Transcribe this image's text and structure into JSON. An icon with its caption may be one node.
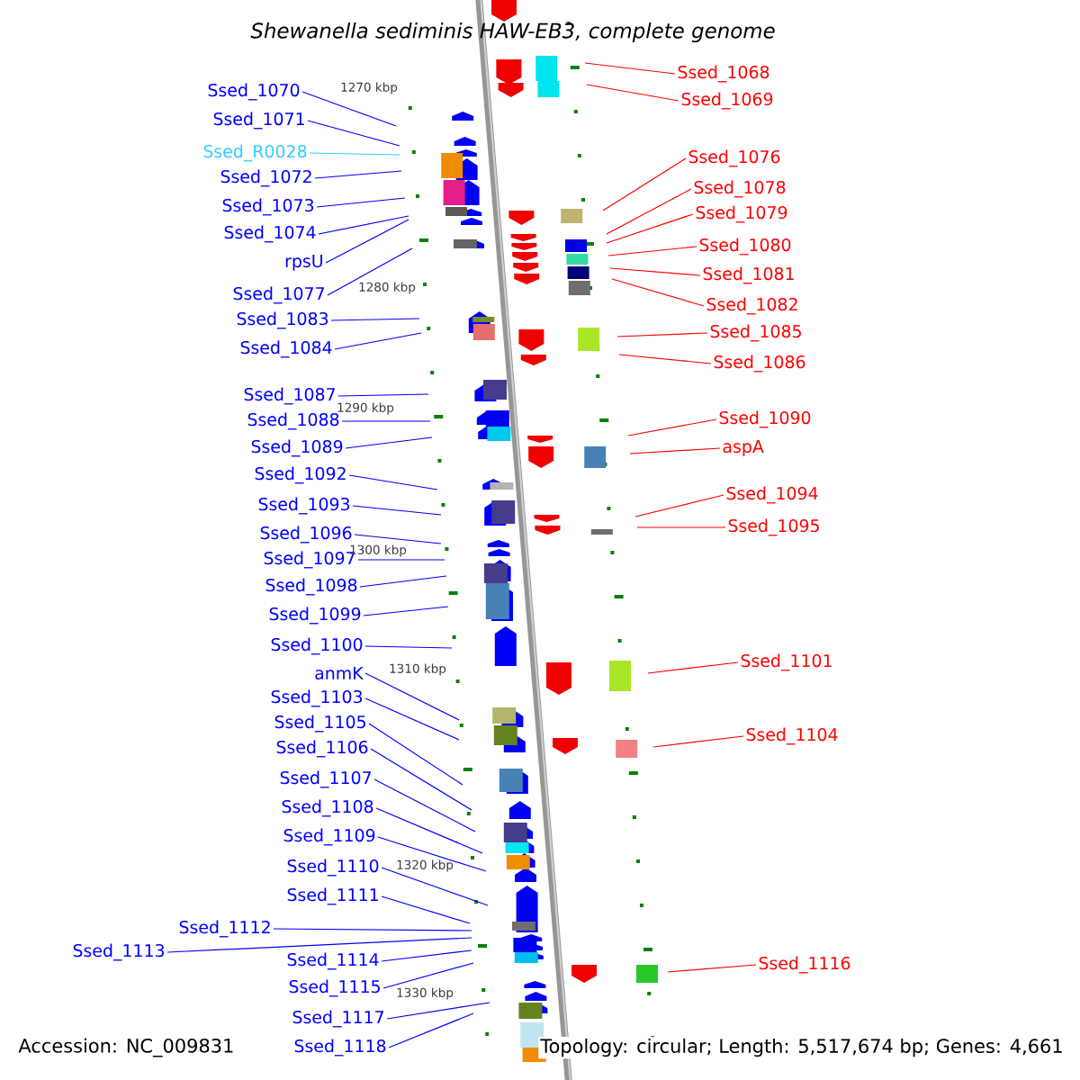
{
  "diagram": {
    "title": "Shewanella sediminis HAW-EB3, complete genome",
    "nodes": [
      {
        "text": [
          "Ssed_1070"
        ]
      },
      {
        "text": [
          "Ssed_1071"
        ]
      },
      {
        "text": [
          "Ssed_R0028"
        ]
      },
      {
        "text": [
          "Ssed_1072"
        ]
      },
      {
        "text": [
          "Ssed_1073"
        ]
      },
      {
        "text": [
          "Ssed_1074"
        ]
      },
      {
        "text": [
          "rpsU"
        ]
      },
      {
        "text": [
          "Ssed_1077"
        ]
      },
      {
        "text": [
          "Ssed_1083"
        ]
      },
      {
        "text": [
          "Ssed_1084"
        ]
      },
      {
        "text": [
          "Ssed_1087"
        ]
      },
      {
        "text": [
          "Ssed_1088"
        ]
      },
      {
        "text": [
          "Ssed_1089"
        ]
      },
      {
        "text": [
          "Ssed_1092"
        ]
      },
      {
        "text": [
          "Ssed_1093"
        ]
      },
      {
        "text": [
          "Ssed_1096"
        ]
      },
      {
        "text": [
          "Ssed_1097"
        ]
      },
      {
        "text": [
          "Ssed_1098"
        ]
      },
      {
        "text": [
          "Ssed_1099"
        ]
      },
      {
        "text": [
          "Ssed_1100"
        ]
      },
      {
        "text": [
          "anmK"
        ]
      },
      {
        "text": [
          "Ssed_1103"
        ]
      },
      {
        "text": [
          "Ssed_1105"
        ]
      },
      {
        "text": [
          "Ssed_1106"
        ]
      },
      {
        "text": [
          "Ssed_1107"
        ]
      },
      {
        "text": [
          "Ssed_1108"
        ]
      },
      {
        "text": [
          "Ssed_1109"
        ]
      },
      {
        "text": [
          "Ssed_1110"
        ]
      },
      {
        "text": [
          "Ssed_1111"
        ]
      },
      {
        "text": [
          "Ssed_1112"
        ]
      },
      {
        "text": [
          "Ssed_1113"
        ]
      },
      {
        "text": [
          "Ssed_1114"
        ]
      },
      {
        "text": [
          "Ssed_1115"
        ]
      },
      {
        "text": [
          "Ssed_1117"
        ]
      },
      {
        "text": [
          "Ssed_1118"
        ]
      },
      {
        "text": [
          "Ssed_1068"
        ]
      },
      {
        "text": [
          "Ssed_1069"
        ]
      },
      {
        "text": [
          "Ssed_1076"
        ]
      },
      {
        "text": [
          "Ssed_1078"
        ]
      },
      {
        "text": [
          "Ssed_1079"
        ]
      },
      {
        "text": [
          "Ssed_1080"
        ]
      },
      {
        "text": [
          "Ssed_1081"
        ]
      },
      {
        "text": [
          "Ssed_1082"
        ]
      },
      {
        "text": [
          "Ssed_1085"
        ]
      },
      {
        "text": [
          "Ssed_1086"
        ]
      },
      {
        "text": [
          "Ssed_1090"
        ]
      },
      {
        "text": [
          "aspA"
        ]
      },
      {
        "text": [
          "Ssed_1094"
        ]
      },
      {
        "text": [
          "Ssed_1095"
        ]
      },
      {
        "text": [
          "Ssed_1101"
        ]
      },
      {
        "text": [
          "Ssed_1104"
        ]
      },
      {
        "text": [
          "Ssed_1116"
        ]
      }
    ],
    "edges": [
      {
        "from": 0,
        "to": null,
        "arrow": "none"
      },
      {
        "from": 1,
        "to": null,
        "arrow": "none"
      },
      {
        "from": 2,
        "to": null,
        "arrow": "none",
        "color": "#33ccff"
      },
      {
        "from": 3,
        "to": null,
        "arrow": "none"
      },
      {
        "from": 4,
        "to": null,
        "arrow": "none"
      },
      {
        "from": 5,
        "to": null,
        "arrow": "none"
      },
      {
        "from": 6,
        "to": null,
        "arrow": "none"
      },
      {
        "from": 7,
        "to": null,
        "arrow": "none"
      },
      {
        "from": 8,
        "to": null,
        "arrow": "none"
      },
      {
        "from": 9,
        "to": null,
        "arrow": "none"
      },
      {
        "from": 10,
        "to": null,
        "arrow": "none"
      },
      {
        "from": 11,
        "to": null,
        "arrow": "none"
      },
      {
        "from": 12,
        "to": null,
        "arrow": "none"
      },
      {
        "from": 13,
        "to": null,
        "arrow": "none"
      },
      {
        "from": 14,
        "to": null,
        "arrow": "none"
      },
      {
        "from": 15,
        "to": null,
        "arrow": "none"
      },
      {
        "from": 16,
        "to": null,
        "arrow": "none"
      },
      {
        "from": 17,
        "to": null,
        "arrow": "none"
      },
      {
        "from": 18,
        "to": null,
        "arrow": "none"
      },
      {
        "from": 19,
        "to": null,
        "arrow": "none"
      },
      {
        "from": 20,
        "to": null,
        "arrow": "none"
      },
      {
        "from": 21,
        "to": null,
        "arrow": "none"
      },
      {
        "from": 22,
        "to": null,
        "arrow": "none"
      },
      {
        "from": 23,
        "to": null,
        "arrow": "none"
      },
      {
        "from": 24,
        "to": null,
        "arrow": "none"
      },
      {
        "from": 25,
        "to": null,
        "arrow": "none"
      },
      {
        "from": 26,
        "to": null,
        "arrow": "none"
      },
      {
        "from": 27,
        "to": null,
        "arrow": "none"
      },
      {
        "from": 28,
        "to": null,
        "arrow": "none"
      },
      {
        "from": 29,
        "to": null,
        "arrow": "none"
      },
      {
        "from": 30,
        "to": null,
        "arrow": "none"
      },
      {
        "from": 31,
        "to": null,
        "arrow": "none"
      },
      {
        "from": 32,
        "to": null,
        "arrow": "none"
      },
      {
        "from": 33,
        "to": null,
        "arrow": "none"
      },
      {
        "from": 34,
        "to": null,
        "arrow": "none"
      },
      {
        "from": 35,
        "to": null,
        "arrow": "none",
        "color": "#ff0000"
      },
      {
        "from": 36,
        "to": null,
        "arrow": "none",
        "color": "#ff0000"
      },
      {
        "from": 37,
        "to": null,
        "arrow": "none",
        "color": "#ff0000"
      },
      {
        "from": 38,
        "to": null,
        "arrow": "none",
        "color": "#ff0000"
      },
      {
        "from": 39,
        "to": null,
        "arrow": "none",
        "color": "#ff0000"
      },
      {
        "from": 40,
        "to": null,
        "arrow": "none",
        "color": "#ff0000"
      },
      {
        "from": 41,
        "to": null,
        "arrow": "none",
        "color": "#ff0000"
      },
      {
        "from": 42,
        "to": null,
        "arrow": "none",
        "color": "#ff0000"
      },
      {
        "from": 43,
        "to": null,
        "arrow": "none",
        "color": "#ff0000"
      },
      {
        "from": 44,
        "to": null,
        "arrow": "none",
        "color": "#ff0000"
      },
      {
        "from": 45,
        "to": null,
        "arrow": "none",
        "color": "#ff0000"
      },
      {
        "from": 46,
        "to": null,
        "arrow": "none",
        "color": "#ff0000"
      },
      {
        "from": 47,
        "to": null,
        "arrow": "none",
        "color": "#ff0000"
      },
      {
        "from": 48,
        "to": null,
        "arrow": "none",
        "color": "#ff0000"
      },
      {
        "from": 49,
        "to": null,
        "arrow": "none",
        "color": "#ff0000"
      },
      {
        "from": 50,
        "to": null,
        "arrow": "none",
        "color": "#ff0000"
      },
      {
        "from": 51,
        "to": null,
        "arrow": "none",
        "color": "#ff0000"
      }
    ],
    "labels": [
      "1270 kbp",
      "1280 kbp",
      "1290 kbp",
      "1300 kbp",
      "1310 kbp",
      "1320 kbp",
      "1330 kbp",
      "Accession: NC_009831",
      "Topology: circular; Length: 5,517,674 bp; Genes: 4,661"
    ]
  }
}
